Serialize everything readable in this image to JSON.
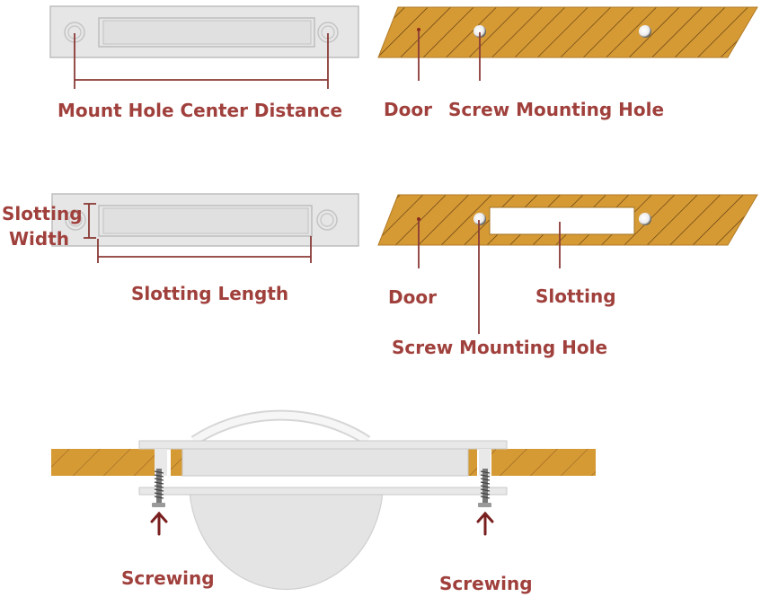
{
  "colors": {
    "label": "#a0403c",
    "leader": "#8b3a36",
    "wood": "#d69a35",
    "wood_hatch": "#5a3a10",
    "plate": "#e3e3e3",
    "plate_border": "#b9b9b9",
    "arrow": "#7a1f1f"
  },
  "panel_top_left": {
    "label": "Mount Hole Center Distance"
  },
  "panel_top_right": {
    "door_label": "Door",
    "hole_label": "Screw Mounting Hole"
  },
  "panel_mid_left": {
    "width_label_line1": "Slotting",
    "width_label_line2": "Width",
    "length_label": "Slotting Length"
  },
  "panel_mid_right": {
    "door_label": "Door",
    "slot_label": "Slotting",
    "hole_label": "Screw Mounting Hole"
  },
  "panel_bottom": {
    "left_label": "Screwing",
    "right_label": "Screwing",
    "arrow_icon": "up-arrow"
  }
}
